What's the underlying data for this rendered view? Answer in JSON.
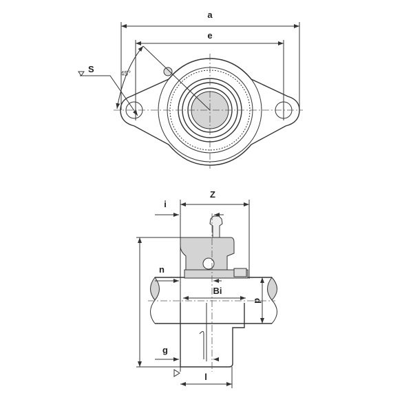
{
  "top_view": {
    "labels": {
      "a": "a",
      "e": "e",
      "s": "S",
      "angle": "45°"
    }
  },
  "side_view": {
    "labels": {
      "z": "Z",
      "i": "i",
      "n": "n",
      "bi": "Bi",
      "d": "d",
      "g": "g",
      "l": "l"
    }
  },
  "colors": {
    "line": "#333333",
    "fill_gray": "#d4d4d4"
  }
}
